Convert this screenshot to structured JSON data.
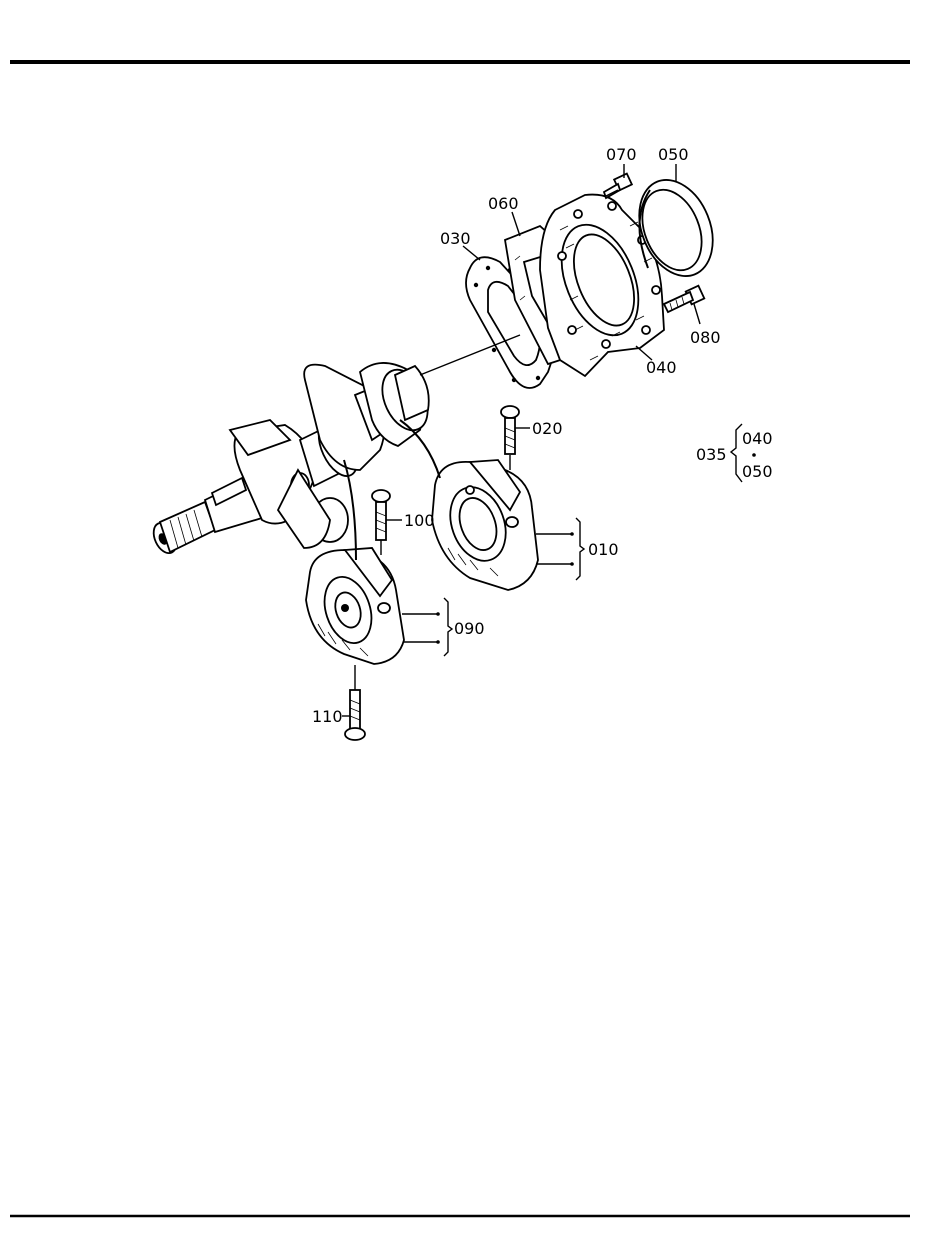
{
  "labels": {
    "p010": "010",
    "p020": "020",
    "p030": "030",
    "p035": "035",
    "p040": "040",
    "p040_kit": "040",
    "p050": "050",
    "p050_kit": "050",
    "p060": "060",
    "p070": "070",
    "p080": "080",
    "p090": "090",
    "p100": "100",
    "p110": "110"
  },
  "colors": {
    "ink": "#000000",
    "paper": "#ffffff"
  }
}
